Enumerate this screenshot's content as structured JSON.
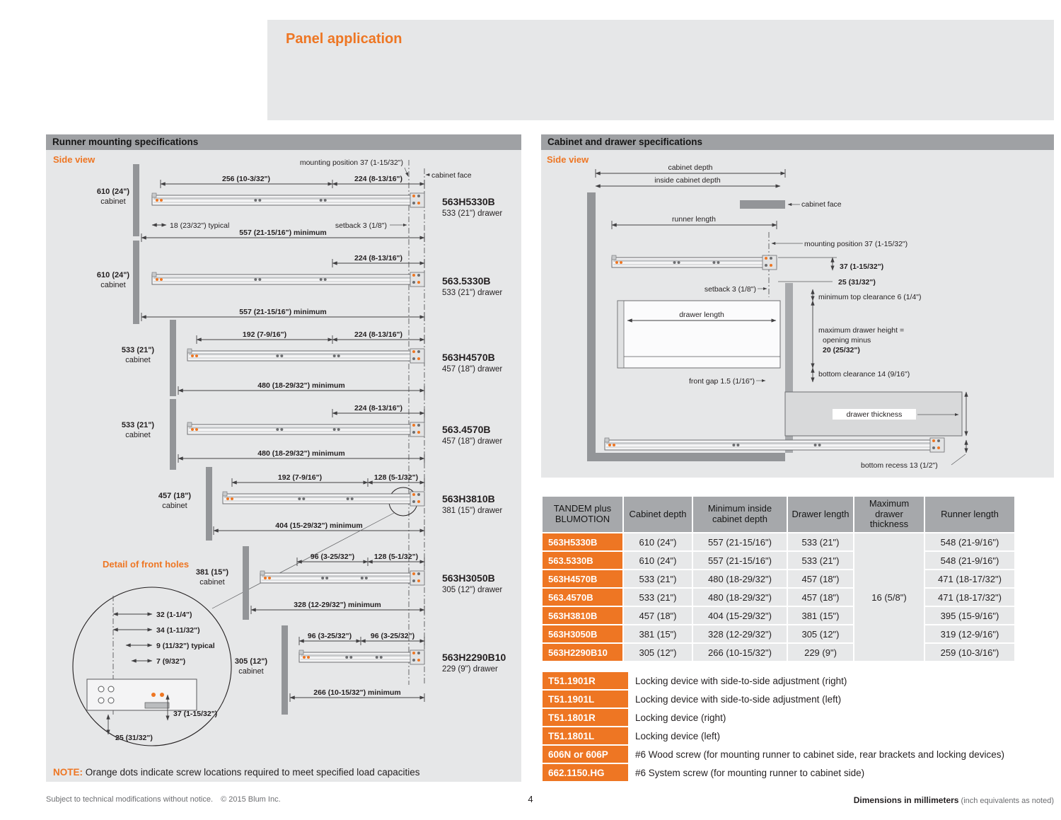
{
  "page": {
    "banner_title": "Panel application"
  },
  "left": {
    "section_title": "Runner mounting specifications",
    "side_view": "Side view",
    "cabinet_word": "cabinet",
    "mounting_position": "mounting position 37 (1-15/32\")",
    "cabinet_face": "cabinet face",
    "row1_typical": "18 (23/32\") typical",
    "row1_setback": "setback 3 (1/8\")",
    "detail_title": "Detail of front holes",
    "detail_dims": {
      "d32": "32 (1-1/4\")",
      "d34": "34 (1-11/32\")",
      "d9": "9 (11/32\") typical",
      "d7": "7 (9/32\")",
      "d37": "37 (1-15/32\")",
      "d25": "25 (31/32\")"
    },
    "note_label": "NOTE:",
    "note_text": "Orange dots indicate screw locations required to meet specified load capacities",
    "runners": [
      {
        "cab": "610 (24\")",
        "dimA": "256 (10-3/32\")",
        "dimB": "224 (8-13/16\")",
        "min": "557 (21-15/16\") minimum",
        "name": "563H5330B",
        "drawer": "533 (21\") drawer"
      },
      {
        "cab": "610 (24\")",
        "dimB": "224 (8-13/16\")",
        "min": "557 (21-15/16\") minimum",
        "name": "563.5330B",
        "drawer": "533 (21\") drawer"
      },
      {
        "cab": "533 (21\")",
        "dimA": "192 (7-9/16\")",
        "dimB": "224 (8-13/16\")",
        "min": "480 (18-29/32\") minimum",
        "name": "563H4570B",
        "drawer": "457 (18\") drawer"
      },
      {
        "cab": "533 (21\")",
        "dimB": "224 (8-13/16\")",
        "min": "480 (18-29/32\") minimum",
        "name": "563.4570B",
        "drawer": "457 (18\") drawer"
      },
      {
        "cab": "457 (18\")",
        "dimA": "192 (7-9/16\")",
        "dimB": "128 (5-1/32\")",
        "min": "404 (15-29/32\") minimum",
        "name": "563H3810B",
        "drawer": "381 (15\") drawer"
      },
      {
        "cab": "381 (15\")",
        "dimA": "96 (3-25/32\")",
        "dimB": "128 (5-1/32\")",
        "min": "328 (12-29/32\") minimum",
        "name": "563H3050B",
        "drawer": "305 (12\") drawer"
      },
      {
        "cab": "305 (12\")",
        "dimA": "96 (3-25/32\")",
        "dimB": "96 (3-25/32\")",
        "min": "266 (10-15/32\") minimum",
        "name": "563H2290B10",
        "drawer": "229 (9\") drawer"
      }
    ]
  },
  "right": {
    "section_title": "Cabinet and drawer specifications",
    "side_view": "Side view",
    "labels": {
      "cabinet_depth": "cabinet depth",
      "inside_cabinet_depth": "inside cabinet depth",
      "cabinet_face": "cabinet face",
      "runner_length": "runner length",
      "mounting_position": "mounting position 37 (1-15/32\")",
      "dim_37": "37 (1-15/32\")",
      "dim_25": "25 (31/32\")",
      "setback": "setback 3 (1/8\")",
      "top_clearance": "minimum top clearance 6 (1/4\")",
      "drawer_length": "drawer length",
      "max_height_1": "maximum drawer height =",
      "max_height_2": "opening minus",
      "max_height_3": "20 (25/32\")",
      "bottom_clearance": "bottom clearance 14 (9/16\")",
      "front_gap": "front gap 1.5 (1/16\")",
      "drawer_thickness": "drawer thickness",
      "bottom_recess": "bottom recess 13 (1/2\")"
    }
  },
  "spec_table": {
    "headers": [
      "TANDEM plus BLUMOTION",
      "Cabinet depth",
      "Minimum inside cabinet depth",
      "Drawer length",
      "Maximum drawer thickness",
      "Runner length"
    ],
    "max_thickness": "16 (5/8\")",
    "rows": [
      {
        "model": "563H5330B",
        "cabinet_depth": "610 (24\")",
        "min_inside": "557 (21-15/16\")",
        "drawer_length": "533 (21\")",
        "runner_length": "548 (21-9/16\")"
      },
      {
        "model": "563.5330B",
        "cabinet_depth": "610 (24\")",
        "min_inside": "557 (21-15/16\")",
        "drawer_length": "533 (21\")",
        "runner_length": "548 (21-9/16\")"
      },
      {
        "model": "563H4570B",
        "cabinet_depth": "533 (21\")",
        "min_inside": "480 (18-29/32\")",
        "drawer_length": "457 (18\")",
        "runner_length": "471 (18-17/32\")"
      },
      {
        "model": "563.4570B",
        "cabinet_depth": "533 (21\")",
        "min_inside": "480 (18-29/32\")",
        "drawer_length": "457 (18\")",
        "runner_length": "471 (18-17/32\")"
      },
      {
        "model": "563H3810B",
        "cabinet_depth": "457 (18\")",
        "min_inside": "404 (15-29/32\")",
        "drawer_length": "381 (15\")",
        "runner_length": "395 (15-9/16\")"
      },
      {
        "model": "563H3050B",
        "cabinet_depth": "381 (15\")",
        "min_inside": "328 (12-29/32\")",
        "drawer_length": "305 (12\")",
        "runner_length": "319 (12-9/16\")"
      },
      {
        "model": "563H2290B10",
        "cabinet_depth": "305 (12\")",
        "min_inside": "266 (10-15/32\")",
        "drawer_length": "229 (9\")",
        "runner_length": "259 (10-3/16\")"
      }
    ]
  },
  "parts_table": {
    "rows": [
      {
        "code": "T51.1901R",
        "desc": "Locking device with side-to-side adjustment (right)"
      },
      {
        "code": "T51.1901L",
        "desc": "Locking device with side-to-side adjustment (left)"
      },
      {
        "code": "T51.1801R",
        "desc": "Locking device (right)"
      },
      {
        "code": "T51.1801L",
        "desc": "Locking device (left)"
      },
      {
        "code": "606N or 606P",
        "desc": "#6 Wood screw (for mounting runner to cabinet side, rear brackets and locking devices)"
      },
      {
        "code": "662.1150.HG",
        "desc": "#6 System screw (for mounting runner to cabinet side)"
      }
    ]
  },
  "footer": {
    "left": "Subject to technical modifications without notice.",
    "copyright": "© 2015 Blum Inc.",
    "page": "4",
    "right_bold": "Dimensions in millimeters",
    "right_rest": "(inch equivalents as noted)"
  }
}
